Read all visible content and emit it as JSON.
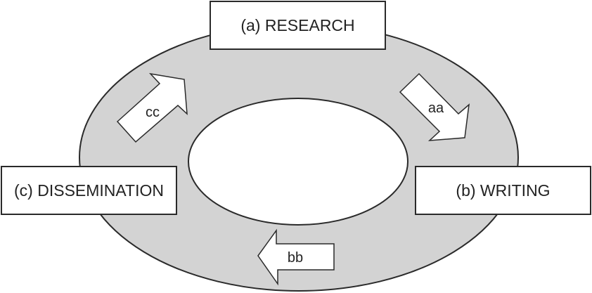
{
  "nodes": {
    "research": "(a) RESEARCH",
    "writing": "(b) WRITING",
    "dissemination": "(c) DISSEMINATION"
  },
  "arrows": {
    "research_to_writing": "aa",
    "writing_to_dissemination": "bb",
    "dissemination_to_research": "cc"
  },
  "colors": {
    "ring_fill": "#d3d3d3",
    "stroke": "#2a2a2a",
    "box_fill": "#ffffff"
  }
}
